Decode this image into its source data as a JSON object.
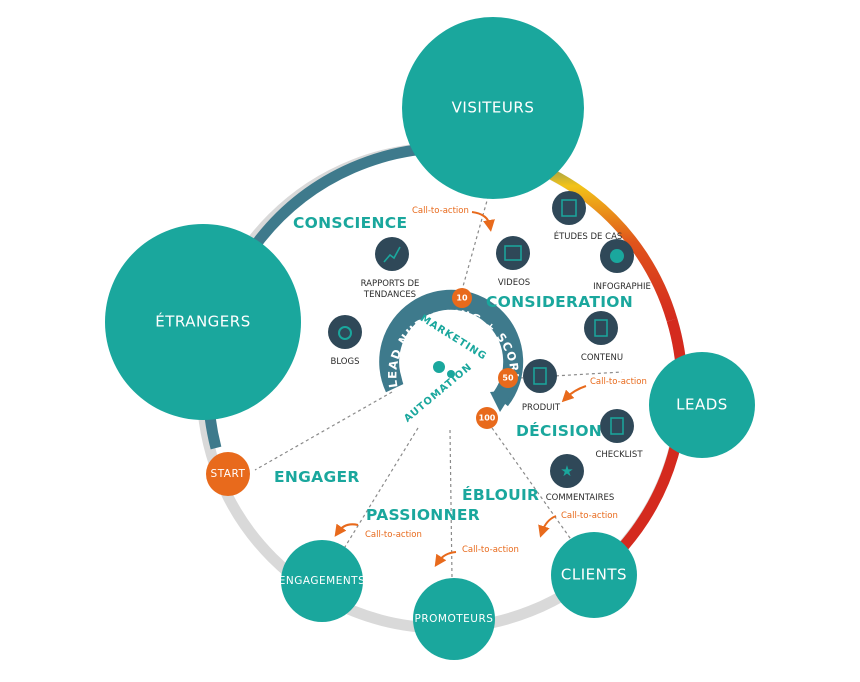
{
  "nodes": {
    "visiteurs": "VISITEURS",
    "etrangers": "ÉTRANGERS",
    "leads": "LEADS",
    "clients": "CLIENTS",
    "promoteurs": "PROMOTEURS",
    "engagements": "ENGAGEMENTS",
    "start": "START"
  },
  "stages": {
    "conscience": "CONSCIENCE",
    "consideration": "CONSIDERATION",
    "decision": "DÉCISION",
    "eblouir": "ÉBLOUIR",
    "engager": "ENGAGER",
    "passionner": "PASSIONNER"
  },
  "content_items": {
    "etudes_de_cas": "ÉTUDES DE CAS",
    "infographie": "INFOGRAPHIE",
    "videos": "VIDEOS",
    "rapports_line1": "RAPPORTS DE",
    "rapports_line2": "TENDANCES",
    "blogs": "BLOGS",
    "contenu": "CONTENU",
    "produit": "PRODUIT",
    "checklist": "CHECKLIST",
    "commentaires": "COMMENTAIRES"
  },
  "call_to_action": "Call-to-action",
  "scores": {
    "s10": "10",
    "s50": "50",
    "s100": "100"
  },
  "hub": {
    "outer_arc": "LEAD NURTURING + SCORING",
    "line1": "MARKETING",
    "line2": "AUTOMATION"
  },
  "colors": {
    "teal": "#1aa79d",
    "dark_teal": "#3e7a8c",
    "navy_icon": "#2f4858",
    "orange": "#e86a1c",
    "red": "#d42a1e",
    "yellow": "#f2c318",
    "grey_ring": "#d9d9d9"
  }
}
